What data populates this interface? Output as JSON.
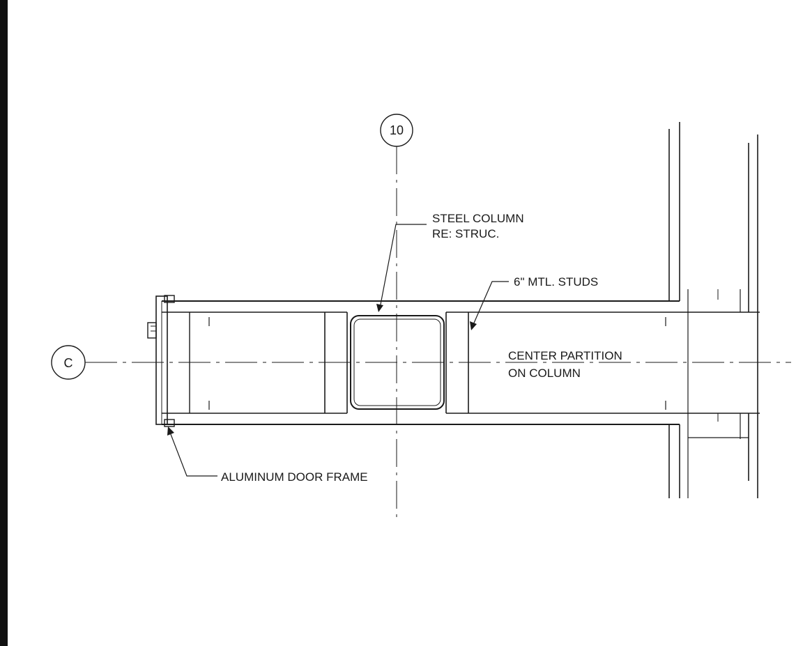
{
  "grid_bubbles": {
    "column_line": "10",
    "row_line": "C"
  },
  "notes": {
    "steel_column_line1": "STEEL COLUMN",
    "steel_column_line2": "RE: STRUC.",
    "studs": "6\" MTL. STUDS",
    "center_line1": "CENTER PARTITION",
    "center_line2": "ON COLUMN",
    "door_frame": "ALUMINUM DOOR FRAME"
  },
  "colors": {
    "ink": "#1a1a1a",
    "paper": "#ffffff"
  }
}
